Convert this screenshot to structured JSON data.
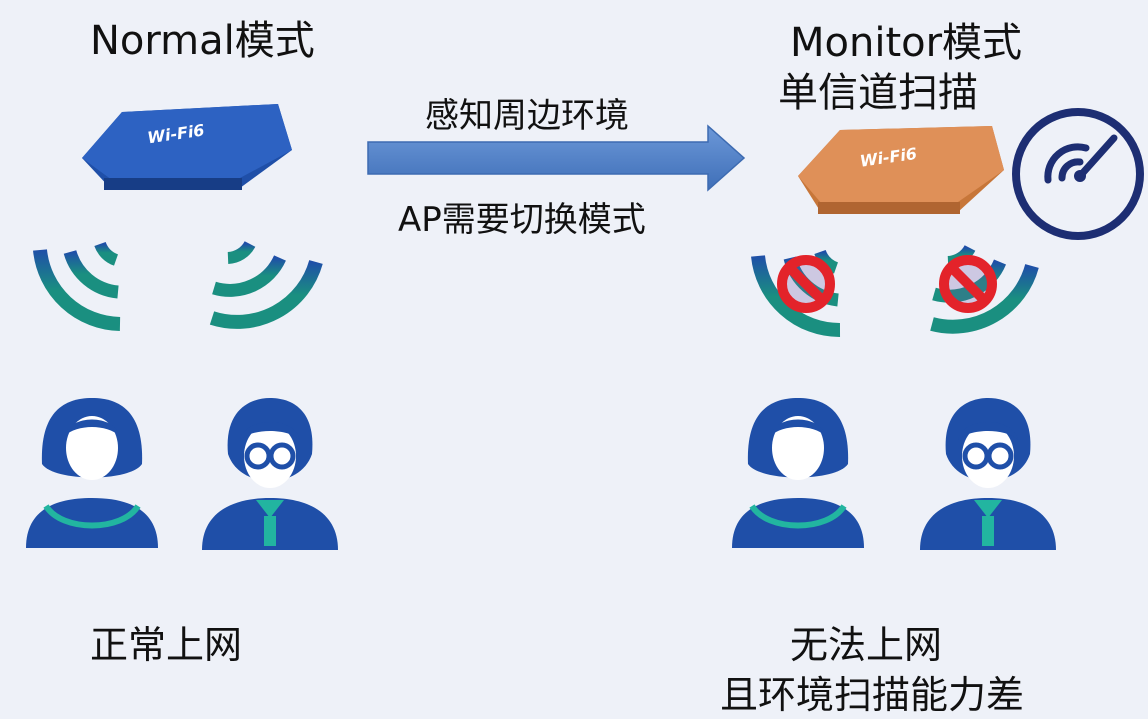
{
  "left": {
    "mode_title": "Normal模式",
    "device_label": "Wi-Fi6",
    "status": "正常上网"
  },
  "middle": {
    "arrow_label_top": "感知周边环境",
    "arrow_label_bottom": "AP需要切换模式"
  },
  "right": {
    "mode_title": "Monitor模式",
    "mode_subtitle": "单信道扫描",
    "device_label": "Wi-Fi6",
    "status_line1": "无法上网",
    "status_line2": "且环境扫描能力差"
  },
  "colors": {
    "router_normal": "#1f4fa8",
    "router_monitor": "#d6874e",
    "arrow": "#4f7fc9",
    "user_blue": "#1f4fa8",
    "signal_teal": "#1a8f80",
    "prohibited_red": "#e3232a"
  },
  "icons": [
    "router-icon",
    "wifi-signal-icon",
    "radar-icon",
    "prohibited-icon",
    "woman-user-icon",
    "man-user-icon",
    "arrow-right-icon"
  ]
}
